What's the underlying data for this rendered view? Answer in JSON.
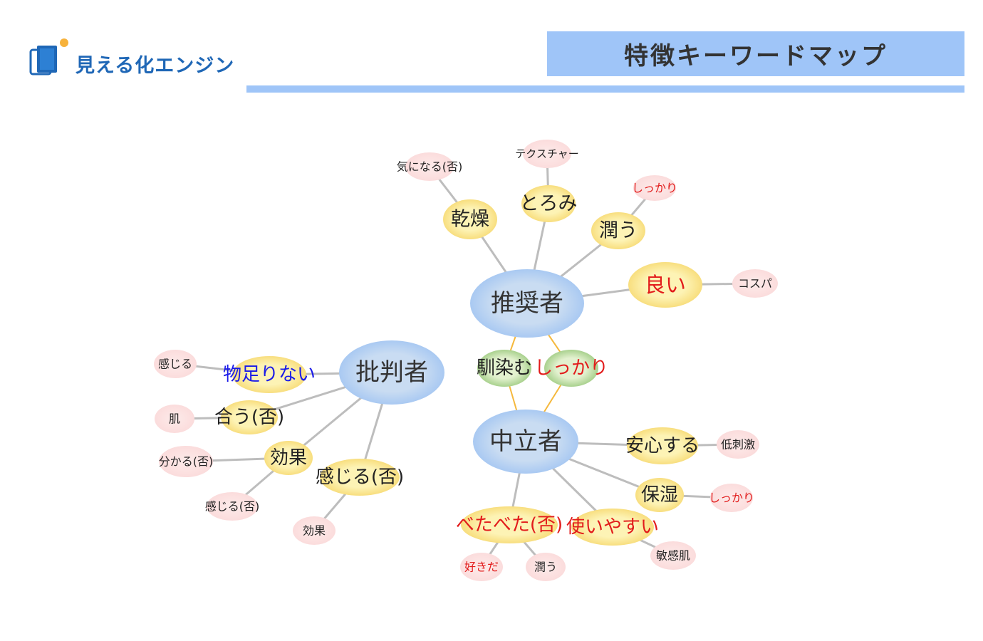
{
  "header": {
    "logo_text": "見える化エンジン",
    "title": "特徴キーワードマップ"
  },
  "colors": {
    "accent": "#9fc5f8",
    "brand_text": "#1f67b6",
    "hub_fill": "#c9dcf2",
    "hub_glow": "#a9c9f2",
    "level1_fill": "#fdf3b5",
    "level1_glow": "#f8de7e",
    "shared_fill": "#e3f1cf",
    "shared_glow": "#a9d18e",
    "leaf_fill": "#fde3e3",
    "edge": "#bdbdbd",
    "shared_edge": "#f5b83c",
    "text_black": "#222222",
    "text_red": "#e21b1b",
    "text_blue": "#1a1ae8"
  },
  "keyword_map": {
    "hubs": [
      {
        "id": "suisho",
        "label": "推奨者"
      },
      {
        "id": "hihan",
        "label": "批判者"
      },
      {
        "id": "churitsu",
        "label": "中立者"
      }
    ],
    "keywords": [
      {
        "id": "kanso",
        "label": "乾燥",
        "color": "black",
        "parent": "suisho"
      },
      {
        "id": "kanso_l1",
        "label": "気になる(否)",
        "color": "black",
        "parent": "kanso"
      },
      {
        "id": "toromi",
        "label": "とろみ",
        "color": "black",
        "parent": "suisho"
      },
      {
        "id": "toromi_l1",
        "label": "テクスチャー",
        "color": "black",
        "parent": "toromi"
      },
      {
        "id": "uruou",
        "label": "潤う",
        "color": "black",
        "parent": "suisho"
      },
      {
        "id": "uruou_l1",
        "label": "しっかり",
        "color": "red",
        "parent": "uruou"
      },
      {
        "id": "yoi",
        "label": "良い",
        "color": "red",
        "parent": "suisho"
      },
      {
        "id": "yoi_l1",
        "label": "コスパ",
        "color": "black",
        "parent": "yoi"
      },
      {
        "id": "najimu",
        "label": "馴染む",
        "color": "black",
        "parents": [
          "suisho",
          "churitsu"
        ]
      },
      {
        "id": "shikkari_shared",
        "label": "しっかり",
        "color": "red",
        "parents": [
          "suisho",
          "churitsu"
        ]
      },
      {
        "id": "monotarinai",
        "label": "物足りない",
        "color": "blue",
        "parent": "hihan"
      },
      {
        "id": "monotarinai_l1",
        "label": "感じる",
        "color": "black",
        "parent": "monotarinai"
      },
      {
        "id": "au",
        "label": "合う(否)",
        "color": "black",
        "parent": "hihan"
      },
      {
        "id": "au_l1",
        "label": "肌",
        "color": "black",
        "parent": "au"
      },
      {
        "id": "koka",
        "label": "効果",
        "color": "black",
        "parent": "hihan"
      },
      {
        "id": "koka_l1",
        "label": "分かる(否)",
        "color": "black",
        "parent": "koka"
      },
      {
        "id": "koka_l2",
        "label": "感じる(否)",
        "color": "black",
        "parent": "koka"
      },
      {
        "id": "kanjiru",
        "label": "感じる(否)",
        "color": "black",
        "parent": "hihan"
      },
      {
        "id": "kanjiru_l1",
        "label": "効果",
        "color": "black",
        "parent": "kanjiru"
      },
      {
        "id": "anshin",
        "label": "安心する",
        "color": "black",
        "parent": "churitsu"
      },
      {
        "id": "anshin_l1",
        "label": "低刺激",
        "color": "black",
        "parent": "anshin"
      },
      {
        "id": "hoshitsu",
        "label": "保湿",
        "color": "black",
        "parent": "churitsu"
      },
      {
        "id": "hoshitsu_l1",
        "label": "しっかり",
        "color": "red",
        "parent": "hoshitsu"
      },
      {
        "id": "tsukaiyasui",
        "label": "使いやすい",
        "color": "red",
        "parent": "churitsu"
      },
      {
        "id": "tsukaiyasui_l1",
        "label": "敏感肌",
        "color": "black",
        "parent": "tsukaiyasui"
      },
      {
        "id": "betabeta",
        "label": "べたべた(否)",
        "color": "red",
        "parent": "churitsu"
      },
      {
        "id": "betabeta_l1",
        "label": "好きだ",
        "color": "red",
        "parent": "betabeta"
      },
      {
        "id": "betabeta_l2",
        "label": "潤う",
        "color": "black",
        "parent": "betabeta"
      }
    ]
  }
}
